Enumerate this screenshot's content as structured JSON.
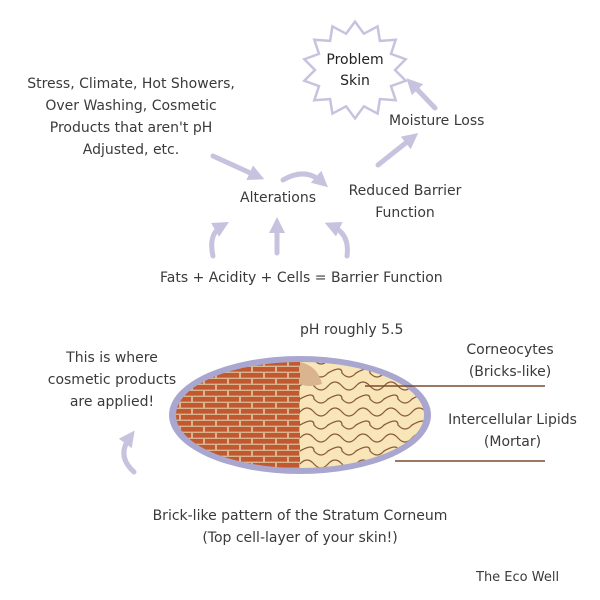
{
  "colors": {
    "arrow": "#c7c3df",
    "oval_ring": "#a9a7cf",
    "brick": "#c1582f",
    "brick_dark": "#8d3a1e",
    "mortar": "#d9b48f",
    "lipid_fill": "#f8e6b8",
    "lipid_line": "#8a5a3a",
    "pointer_line": "#7a4c2e"
  },
  "star": {
    "line1": "Problem",
    "line2": "Skin"
  },
  "moisture_loss": "Moisture Loss",
  "stressors": {
    "line1": "Stress, Climate, Hot Showers,",
    "line2": "Over Washing, Cosmetic",
    "line3": "Products that aren't pH",
    "line4": "Adjusted, etc."
  },
  "alterations": "Alterations",
  "reduced_barrier": {
    "line1": "Reduced Barrier",
    "line2": "Function"
  },
  "equation": "Fats + Acidity + Cells = Barrier Function",
  "ph": "pH roughly 5.5",
  "cosmetic_note": {
    "line1": "This is where",
    "line2": "cosmetic products",
    "line3": "are applied!"
  },
  "corneocytes": {
    "line1": "Corneocytes",
    "line2": "(Bricks-like)"
  },
  "lipids": {
    "line1": "Intercellular Lipids",
    "line2": "(Mortar)"
  },
  "caption": {
    "line1": "Brick-like pattern of the Stratum Corneum",
    "line2": "(Top cell-layer of your skin!)"
  },
  "credit": "The Eco Well"
}
